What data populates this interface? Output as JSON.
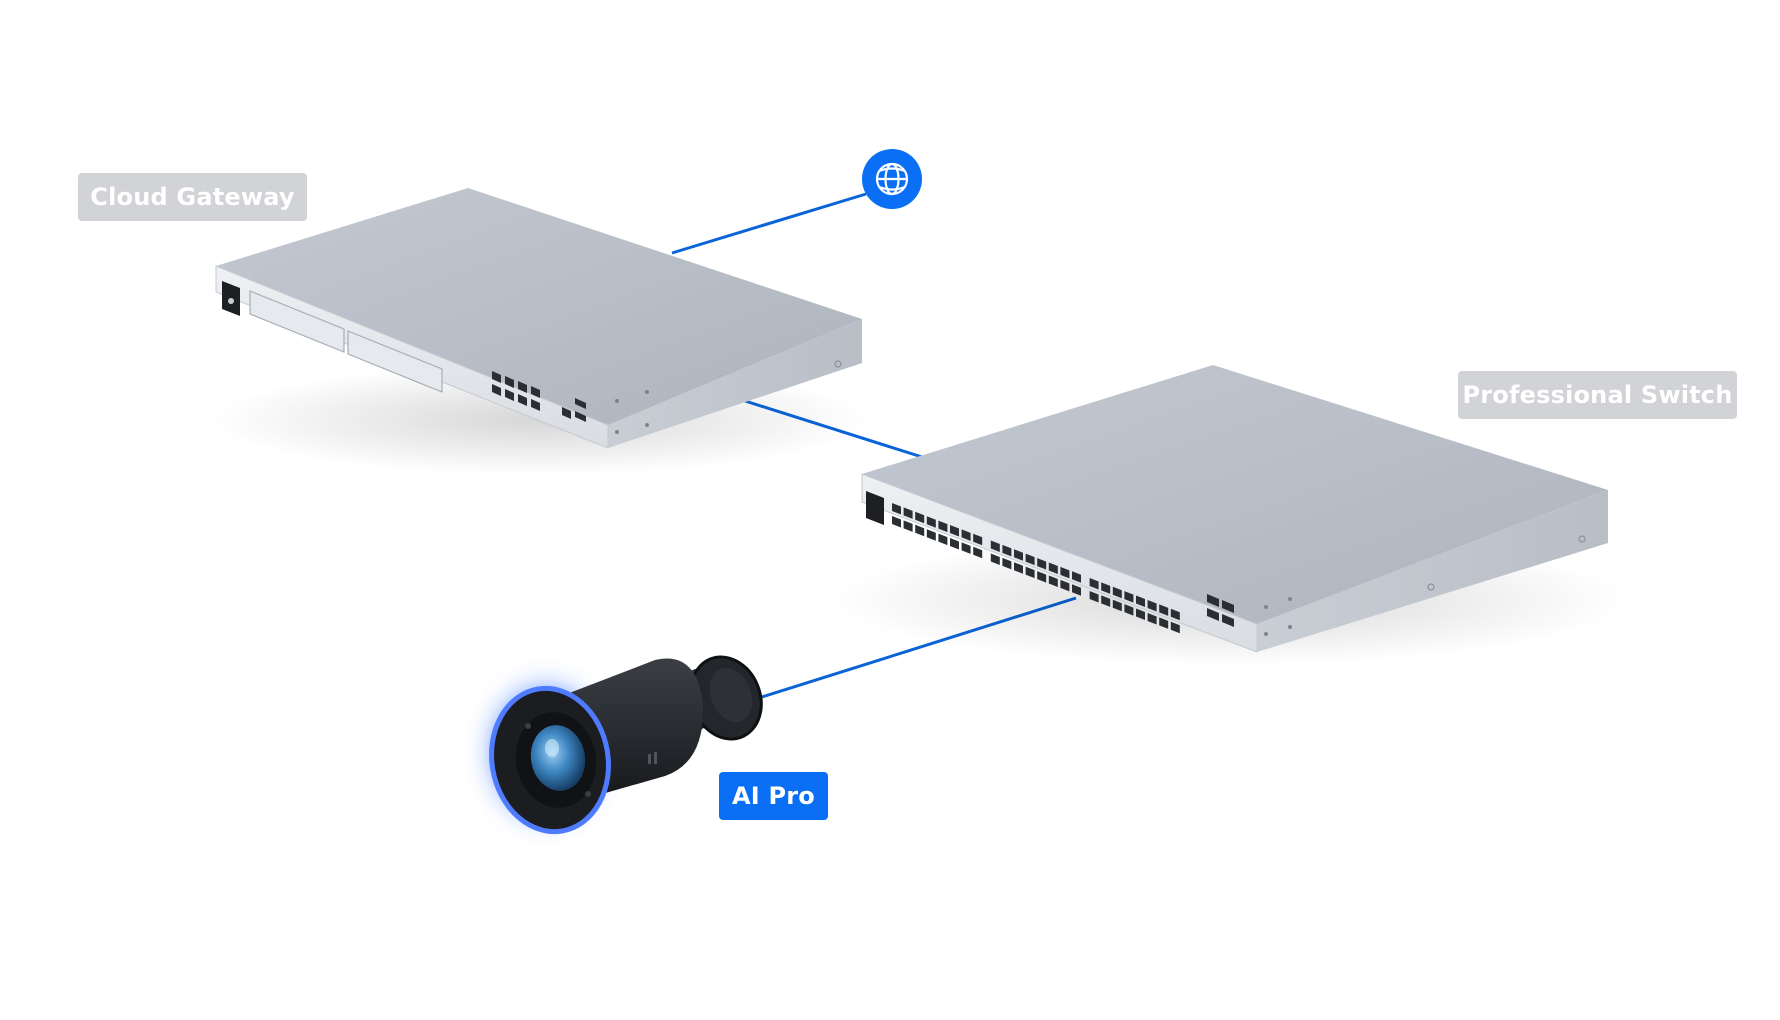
{
  "diagram": {
    "nodes": {
      "internet": {
        "icon": "globe-icon",
        "color": "#0a6ff5"
      },
      "cloud_gateway": {
        "label": "Cloud Gateway",
        "label_color": "#d2d3d6"
      },
      "professional_switch": {
        "label": "Professional Switch",
        "label_color": "#d2d3d6"
      },
      "camera": {
        "label": "AI Pro",
        "label_color": "#0a6ff5"
      }
    },
    "links": [
      {
        "from": "internet",
        "to": "cloud_gateway",
        "color": "#0a6ff5"
      },
      {
        "from": "cloud_gateway",
        "to": "professional_switch",
        "color": "#0a6ff5"
      },
      {
        "from": "professional_switch",
        "to": "camera",
        "color": "#0a6ff5"
      }
    ]
  }
}
